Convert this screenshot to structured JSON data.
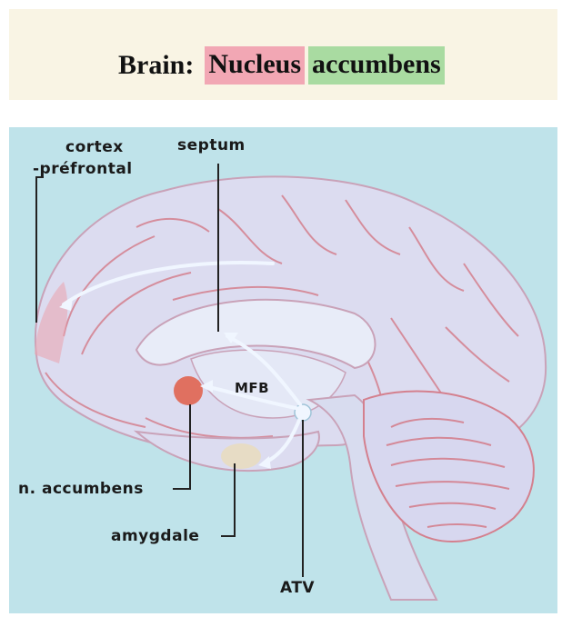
{
  "header": {
    "brain_label": "Brain:",
    "word1": "Nucleus",
    "word2": "accumbens",
    "word1_color": "#f2a7b4",
    "word2_color": "#a9dba1"
  },
  "labels": {
    "cortex": "cortex",
    "prefrontal": "-préfrontal",
    "septum": "septum",
    "mfb": "MFB",
    "n_accumbens": "n. accumbens",
    "amygdale": "amygdale",
    "atv": "ATV"
  },
  "colors": {
    "background": "#bfe3ea",
    "brain_fill": "#dcdcf0",
    "gyri_lines": "#d4808e",
    "accumbens_spot": "#e07060",
    "pathways": "#f0f6ff"
  }
}
